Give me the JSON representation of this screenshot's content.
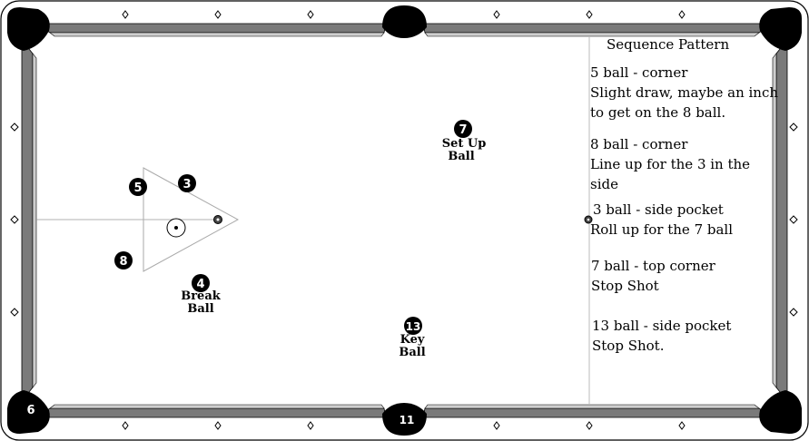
{
  "balls": [
    {
      "id": "5",
      "label": "5"
    },
    {
      "id": "3",
      "label": "3"
    },
    {
      "id": "8",
      "label": "8"
    },
    {
      "id": "4",
      "label": "4"
    },
    {
      "id": "7",
      "label": "7"
    },
    {
      "id": "13",
      "label": "13"
    },
    {
      "id": "6",
      "label": "6"
    },
    {
      "id": "11",
      "label": "11"
    }
  ],
  "labels": {
    "break_ball": [
      "Break",
      "Ball"
    ],
    "set_up_ball": [
      "Set Up",
      "Ball"
    ],
    "key_ball": [
      "Key",
      "Ball"
    ]
  },
  "notes": {
    "title": "Sequence Pattern",
    "items": [
      {
        "shot": "5 ball - corner",
        "lines": [
          "Slight draw, maybe an inch",
          "to get on the 8 ball."
        ]
      },
      {
        "shot": "8 ball - corner",
        "lines": [
          "Line up for the 3 in the",
          "side"
        ]
      },
      {
        "shot": "3 ball - side pocket",
        "lines": [
          "Roll up for the 7 ball"
        ]
      },
      {
        "shot": "7 ball - top corner",
        "lines": [
          "Stop Shot"
        ]
      },
      {
        "shot": "13 ball - side pocket",
        "lines": [
          "Stop Shot."
        ]
      }
    ]
  },
  "colors": {
    "rail": "#7a7a7a",
    "cushion": "#cfcfcf",
    "pocket": "#000000",
    "ball": "#000000",
    "felt": "#ffffff"
  }
}
